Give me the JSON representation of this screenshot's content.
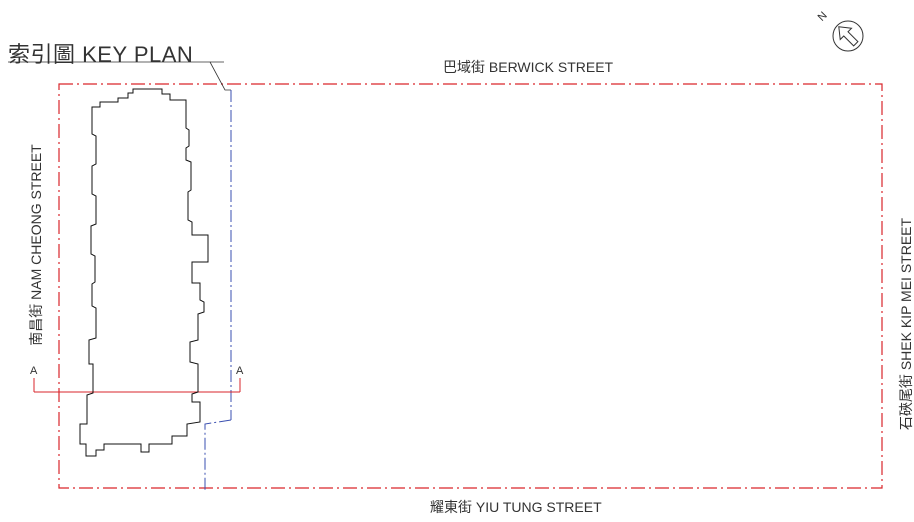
{
  "title": "索引圖 KEY PLAN",
  "streets": {
    "north": "巴域街 BERWICK STREET",
    "south": "耀東街 YIU TUNG STREET",
    "west": "南昌街 NAM CHEONG STREET",
    "east": "石硤尾街 SHEK KIP MEI STREET"
  },
  "section": {
    "left_label": "A",
    "right_label": "A"
  },
  "compass": {
    "label": "N"
  },
  "colors": {
    "boundary": "#d9262b",
    "centerline": "#3a4fb0",
    "outline": "#111111"
  }
}
